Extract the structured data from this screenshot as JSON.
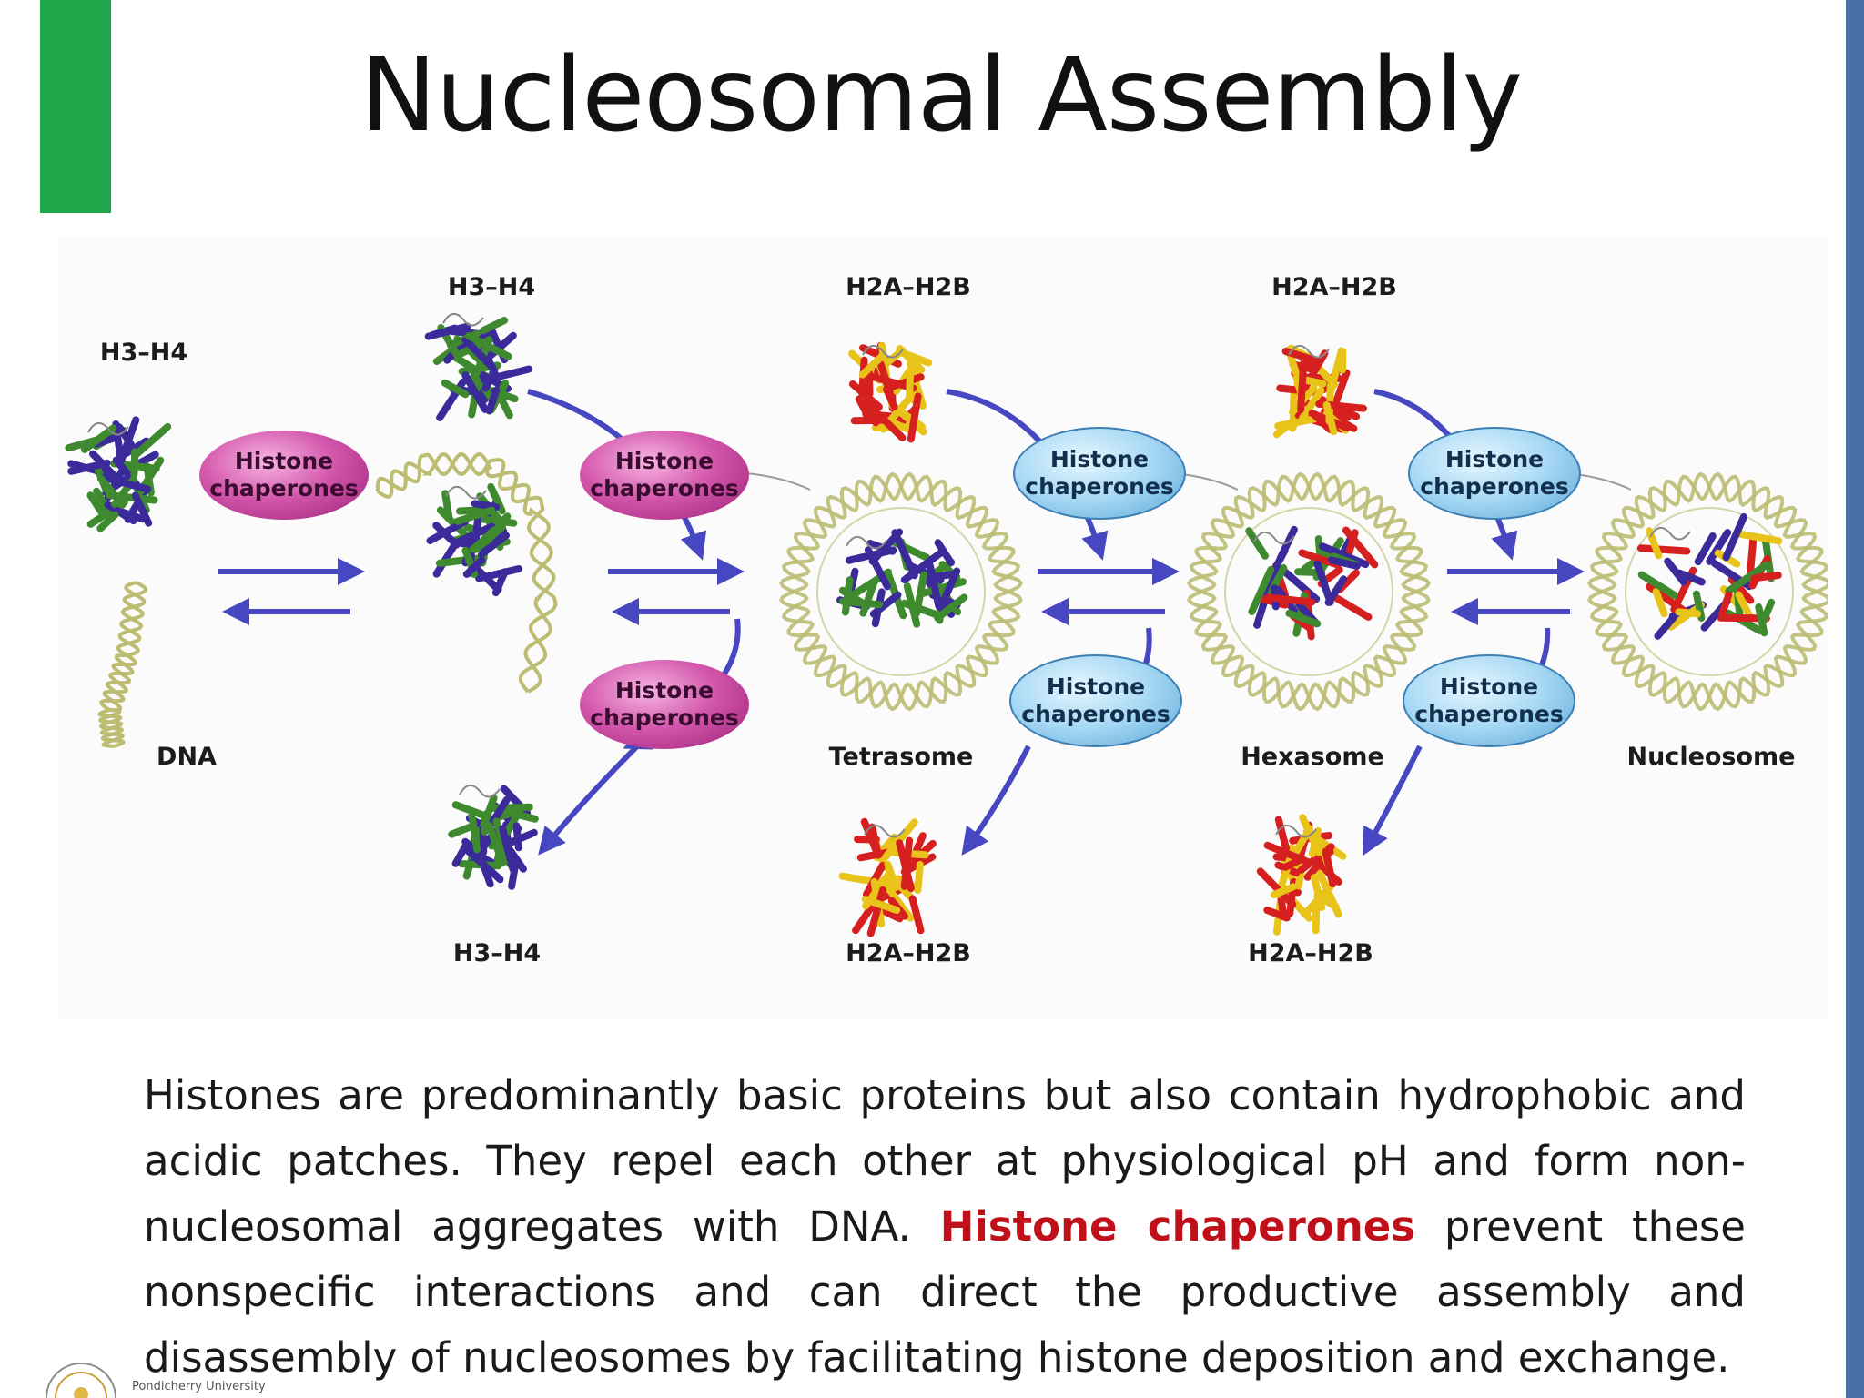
{
  "slide": {
    "title": "Nucleosomal Assembly"
  },
  "diagram": {
    "labels": {
      "h3h4_left": "H3–H4",
      "h3h4_top": "H3–H4",
      "h3h4_bottom": "H3–H4",
      "h2ah2b_top1": "H2A–H2B",
      "h2ah2b_top2": "H2A–H2B",
      "h2ah2b_bottom1": "H2A–H2B",
      "h2ah2b_bottom2": "H2A–H2B",
      "dna": "DNA",
      "tetrasome": "Tetrasome",
      "hexasome": "Hexasome",
      "nucleosome": "Nucleosome"
    },
    "chaperone_label": "Histone chaperones",
    "colors": {
      "arrow": "#4747c2",
      "dna": "#bcbc73",
      "h3h4_a": "#3a2a9a",
      "h3h4_b": "#3f8a2e",
      "h2ah2b_a": "#d62020",
      "h2ah2b_b": "#e8c31a",
      "chaperone_magenta": "#c13b98",
      "chaperone_blue": "#8ccbef"
    }
  },
  "caption": {
    "part1": "Histones are predominantly basic proteins but also contain hydrophobic and acidic patches. They repel each other at physiological pH and form non-nucleosomal  aggregates with DNA. ",
    "highlight": "Histone chaperones",
    "part2": " prevent these nonspecific interactions and can direct the productive assembly and disassembly of nucleosomes by facilitating histone deposition and exchange."
  },
  "footer": {
    "logo_text": "Pondicherry University"
  }
}
